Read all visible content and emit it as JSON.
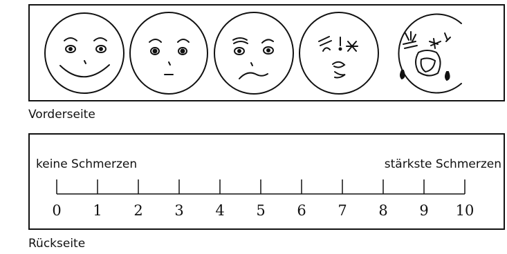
{
  "front": {
    "caption": "Vorderseite",
    "faces": [
      {
        "name": "face-happy"
      },
      {
        "name": "face-neutral"
      },
      {
        "name": "face-sad"
      },
      {
        "name": "face-hurt"
      },
      {
        "name": "face-crying"
      }
    ]
  },
  "back": {
    "caption": "Rückseite",
    "left_label": "keine Schmerzen",
    "right_label": "stärkste Schmerzen",
    "scale": [
      "0",
      "1",
      "2",
      "3",
      "4",
      "5",
      "6",
      "7",
      "8",
      "9",
      "10"
    ]
  }
}
